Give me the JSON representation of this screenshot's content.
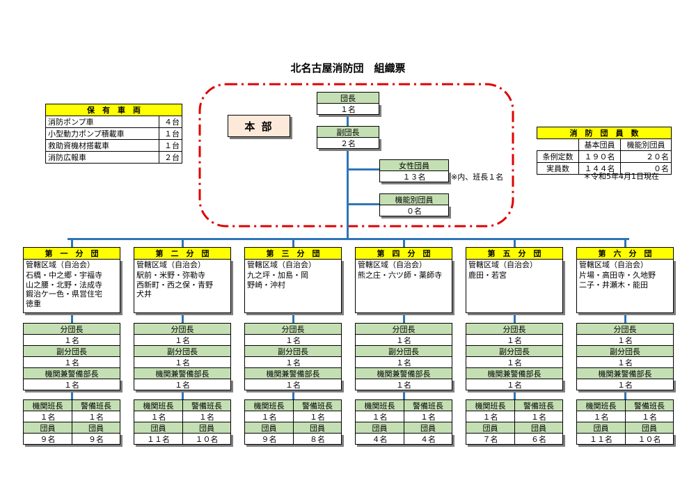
{
  "title": "北名古屋消防団　組織票",
  "vehicles": {
    "header": "保　有　車　両",
    "rows": [
      {
        "name": "消防ポンプ車",
        "count": "４台"
      },
      {
        "name": "小型動力ポンプ積載車",
        "count": "１台"
      },
      {
        "name": "救助資機材搭載車",
        "count": "１台"
      },
      {
        "name": "消防広報車",
        "count": "２台"
      }
    ]
  },
  "headquarters": {
    "label": "本 部",
    "chief": {
      "title": "団長",
      "count": "１名"
    },
    "vice_chief": {
      "title": "副団長",
      "count": "２名"
    },
    "female": {
      "title": "女性団員",
      "count": "１３名",
      "note": "※内、班長１名"
    },
    "functional": {
      "title": "機能別団員",
      "count": "０名"
    }
  },
  "members": {
    "header": "消　防　団　員　数",
    "col_basic": "基本団員",
    "col_functional": "機能別団員",
    "rows": [
      {
        "label": "条例定数",
        "basic": "１９０名",
        "functional": "２０名"
      },
      {
        "label": "実員数",
        "basic": "１４４名",
        "functional": "０名"
      }
    ],
    "as_of": "＊令和5年4月1日現在"
  },
  "branch_labels": {
    "area": "管轄区域（自治会）",
    "leader": "分団長",
    "vice_leader": "副分団長",
    "engine_police_chief": "機関兼警備部長",
    "engine_team_leader": "機関班長",
    "police_team_leader": "警備班長",
    "member": "団員"
  },
  "branches": [
    {
      "name": "第　一　分　団",
      "area_lines": [
        "石橋・中之郷・宇福寺",
        "山之腰・北野・法成寺",
        "鍜治ケ一色・県営住宅",
        "徳重"
      ],
      "leader": "１名",
      "vice_leader": "１名",
      "engine_police_chief": "１名",
      "engine_team_leader": "１名",
      "police_team_leader": "１名",
      "engine_members": "９名",
      "police_members": "９名"
    },
    {
      "name": "第　二　分　団",
      "area_lines": [
        "駅前・米野・弥勒寺",
        "西新町・西之保・青野",
        "犬井"
      ],
      "leader": "１名",
      "vice_leader": "１名",
      "engine_police_chief": "１名",
      "engine_team_leader": "１名",
      "police_team_leader": "１名",
      "engine_members": "１１名",
      "police_members": "１０名"
    },
    {
      "name": "第　三　分　団",
      "area_lines": [
        "九之坪・加島・岡",
        "野崎・沖村"
      ],
      "leader": "１名",
      "vice_leader": "１名",
      "engine_police_chief": "１名",
      "engine_team_leader": "１名",
      "police_team_leader": "１名",
      "engine_members": "９名",
      "police_members": "８名"
    },
    {
      "name": "第　四　分　団",
      "area_lines": [
        "熊之庄・六ツ師・薬師寺"
      ],
      "leader": "１名",
      "vice_leader": "１名",
      "engine_police_chief": "１名",
      "engine_team_leader": "１名",
      "police_team_leader": "１名",
      "engine_members": "４名",
      "police_members": "４名"
    },
    {
      "name": "第　五　分　団",
      "area_lines": [
        "鹿田・若宮"
      ],
      "leader": "１名",
      "vice_leader": "１名",
      "engine_police_chief": "１名",
      "engine_team_leader": "１名",
      "police_team_leader": "１名",
      "engine_members": "７名",
      "police_members": "６名"
    },
    {
      "name": "第　六　分　団",
      "area_lines": [
        "片場・高田寺・久地野",
        "二子・井瀬木・能田"
      ],
      "leader": "１名",
      "vice_leader": "１名",
      "engine_police_chief": "１名",
      "engine_team_leader": "１名",
      "police_team_leader": "１名",
      "engine_members": "１１名",
      "police_members": "１０名"
    }
  ]
}
